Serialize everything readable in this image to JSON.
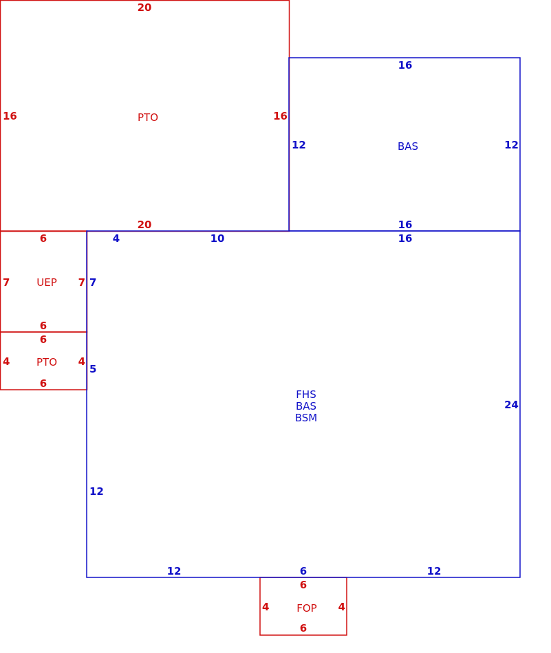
{
  "colors": {
    "red": "#d01010",
    "blue": "#1010c8"
  },
  "areas": {
    "pto_top": {
      "color": "red",
      "label": "PTO",
      "dims": {
        "top": "20",
        "left": "16",
        "right": "16",
        "bottom": "20"
      }
    },
    "bas_right": {
      "color": "blue",
      "label": "BAS",
      "dims": {
        "top": "16",
        "left": "12",
        "right": "12",
        "bottom": "16"
      }
    },
    "uep": {
      "color": "red",
      "label": "UEP",
      "dims": {
        "top": "6",
        "left": "7",
        "right": "7",
        "bottom": "6"
      }
    },
    "pto_small": {
      "color": "red",
      "label": "PTO",
      "dims": {
        "top": "6",
        "left": "4",
        "right": "4",
        "bottom": "6"
      }
    },
    "main": {
      "color": "blue",
      "labels": [
        "FHS",
        "BAS",
        "BSM"
      ],
      "dims": {
        "top_a": "4",
        "top_b": "10",
        "top_c": "16",
        "left_a": "7",
        "left_b": "5",
        "left_c": "12",
        "right": "24",
        "bottom_a": "12",
        "bottom_b": "6",
        "bottom_c": "12"
      }
    },
    "fop": {
      "color": "red",
      "label": "FOP",
      "dims": {
        "top": "6",
        "left": "4",
        "right": "4",
        "bottom": "6"
      }
    }
  }
}
